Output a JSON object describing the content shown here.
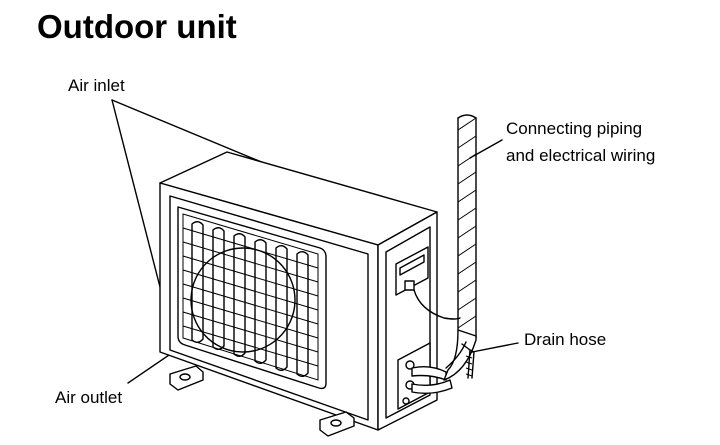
{
  "title": "Outdoor unit",
  "labels": {
    "air_inlet": "Air inlet",
    "piping_line1": "Connecting piping",
    "piping_line2": "and electrical wiring",
    "drain_hose": "Drain hose",
    "air_outlet": "Air outlet"
  }
}
